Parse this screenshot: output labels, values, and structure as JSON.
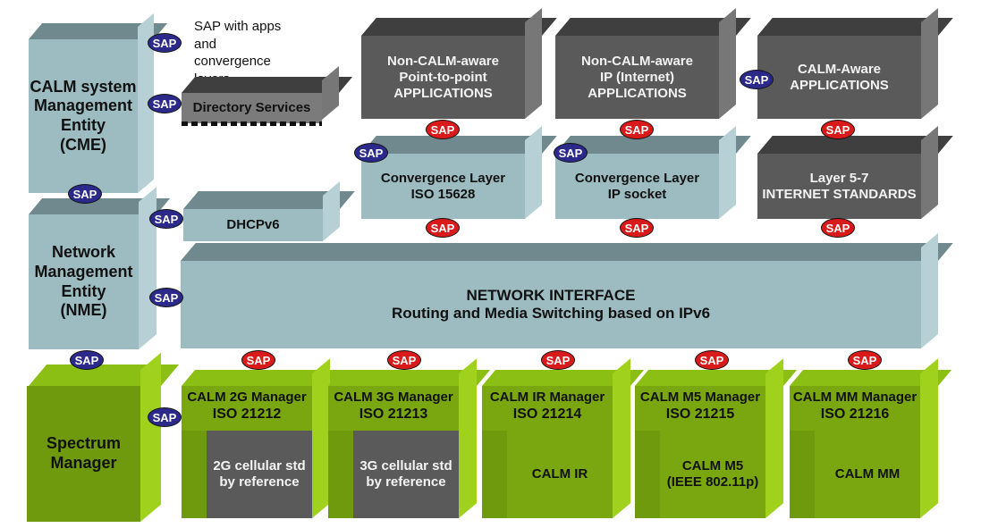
{
  "blocks": {
    "cme": [
      "CALM system",
      "Management",
      "Entity",
      "(CME)"
    ],
    "nme": [
      "Network",
      "Management",
      "Entity",
      "(NME)"
    ],
    "spectrum": [
      "Spectrum",
      "Manager"
    ],
    "directory": "Directory Services",
    "dhcp": "DHCPv6",
    "app_p2p": [
      "Non-CALM-aware",
      "Point-to-point",
      "APPLICATIONS"
    ],
    "app_ip": [
      "Non-CALM-aware",
      "IP (Internet)",
      "APPLICATIONS"
    ],
    "app_calm": [
      "CALM-Aware",
      "APPLICATIONS"
    ],
    "conv_iso": [
      "Convergence Layer",
      "ISO 15628"
    ],
    "conv_ip": [
      "Convergence Layer",
      "IP socket"
    ],
    "layer57": [
      "Layer 5-7",
      "INTERNET STANDARDS"
    ],
    "network": [
      "NETWORK INTERFACE",
      "Routing and Media Switching based on IPv6"
    ],
    "managers": [
      {
        "name": "CALM 2G Manager",
        "iso": "ISO 21212",
        "inner": [
          "2G cellular std",
          "by reference"
        ]
      },
      {
        "name": "CALM 3G Manager",
        "iso": "ISO 21213",
        "inner": [
          "3G cellular std",
          "by reference"
        ]
      },
      {
        "name": "CALM IR Manager",
        "iso": "ISO 21214",
        "inner": [
          "CALM IR"
        ]
      },
      {
        "name": "CALM M5 Manager",
        "iso": "ISO 21215",
        "inner": [
          "CALM M5",
          "(IEEE 802.11p)"
        ]
      },
      {
        "name": "CALM MM Manager",
        "iso": "ISO 21216",
        "inner": [
          "CALM MM"
        ]
      }
    ]
  },
  "legend_note": [
    "SAP with apps",
    "and",
    "convergence",
    "layers"
  ],
  "sap_label": "SAP",
  "colors": {
    "teal": "#9dbcc2",
    "gray": "#5a5a5a",
    "green": "#6f9a0e",
    "sap_blue": "#2b2a8a",
    "sap_red": "#d81a1a"
  }
}
